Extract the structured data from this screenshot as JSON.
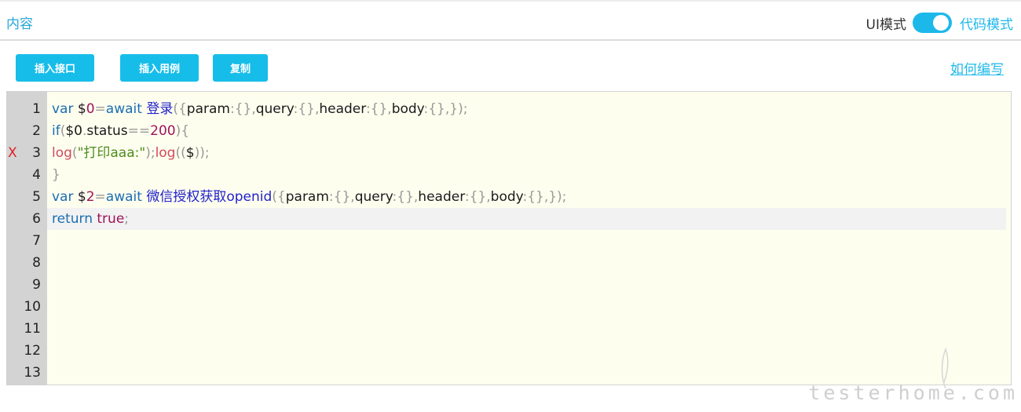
{
  "header": {
    "title": "内容",
    "mode_ui_label": "UI模式",
    "mode_code_label": "代码模式",
    "toggle_state": "on"
  },
  "toolbar": {
    "insert_api": "插入接口",
    "insert_case": "插入用例",
    "copy": "复制",
    "help": "如何编写"
  },
  "editor": {
    "error_marker": "X",
    "lines": [
      {
        "num": "1",
        "tokens": [
          {
            "t": "var",
            "c": "kw"
          },
          {
            "t": " $",
            "c": "id"
          },
          {
            "t": "0",
            "c": "num"
          },
          {
            "t": "=",
            "c": "op"
          },
          {
            "t": "await",
            "c": "kw"
          },
          {
            "t": " ",
            "c": "id"
          },
          {
            "t": "登录",
            "c": "cn"
          },
          {
            "t": "({",
            "c": "punc"
          },
          {
            "t": "param",
            "c": "id"
          },
          {
            "t": ":{},",
            "c": "punc"
          },
          {
            "t": "query",
            "c": "id"
          },
          {
            "t": ":{},",
            "c": "punc"
          },
          {
            "t": "header",
            "c": "id"
          },
          {
            "t": ":{},",
            "c": "punc"
          },
          {
            "t": "body",
            "c": "id"
          },
          {
            "t": ":{},});",
            "c": "punc"
          }
        ]
      },
      {
        "num": "2",
        "tokens": [
          {
            "t": "if",
            "c": "kw"
          },
          {
            "t": "(",
            "c": "punc"
          },
          {
            "t": "$0",
            "c": "id"
          },
          {
            "t": ".",
            "c": "punc"
          },
          {
            "t": "status",
            "c": "id"
          },
          {
            "t": "==",
            "c": "op"
          },
          {
            "t": "200",
            "c": "num"
          },
          {
            "t": "){",
            "c": "punc"
          }
        ]
      },
      {
        "num": "3",
        "error": true,
        "tokens": [
          {
            "t": "log",
            "c": "fn"
          },
          {
            "t": "(",
            "c": "punc"
          },
          {
            "t": "\"打印aaa:\"",
            "c": "str"
          },
          {
            "t": ");",
            "c": "punc"
          },
          {
            "t": "log",
            "c": "fn"
          },
          {
            "t": "((",
            "c": "punc"
          },
          {
            "t": "$",
            "c": "id"
          },
          {
            "t": "));",
            "c": "punc"
          }
        ]
      },
      {
        "num": "4",
        "tokens": [
          {
            "t": "}",
            "c": "punc"
          }
        ]
      },
      {
        "num": "5",
        "tokens": [
          {
            "t": "var",
            "c": "kw"
          },
          {
            "t": " $",
            "c": "id"
          },
          {
            "t": "2",
            "c": "num"
          },
          {
            "t": "=",
            "c": "op"
          },
          {
            "t": "await",
            "c": "kw"
          },
          {
            "t": " ",
            "c": "id"
          },
          {
            "t": "微信授权获取openid",
            "c": "cn"
          },
          {
            "t": "({",
            "c": "punc"
          },
          {
            "t": "param",
            "c": "id"
          },
          {
            "t": ":{},",
            "c": "punc"
          },
          {
            "t": "query",
            "c": "id"
          },
          {
            "t": ":{},",
            "c": "punc"
          },
          {
            "t": "header",
            "c": "id"
          },
          {
            "t": ":{},",
            "c": "punc"
          },
          {
            "t": "body",
            "c": "id"
          },
          {
            "t": ":{},});",
            "c": "punc"
          }
        ]
      },
      {
        "num": "6",
        "active": true,
        "tokens": [
          {
            "t": "return",
            "c": "kw"
          },
          {
            "t": " ",
            "c": "id"
          },
          {
            "t": "true",
            "c": "lit"
          },
          {
            "t": ";",
            "c": "punc"
          }
        ]
      },
      {
        "num": "7",
        "tokens": []
      },
      {
        "num": "8",
        "tokens": []
      },
      {
        "num": "9",
        "tokens": []
      },
      {
        "num": "10",
        "tokens": []
      },
      {
        "num": "11",
        "tokens": []
      },
      {
        "num": "12",
        "tokens": []
      },
      {
        "num": "13",
        "tokens": []
      }
    ]
  },
  "watermark": "testerhome.com"
}
